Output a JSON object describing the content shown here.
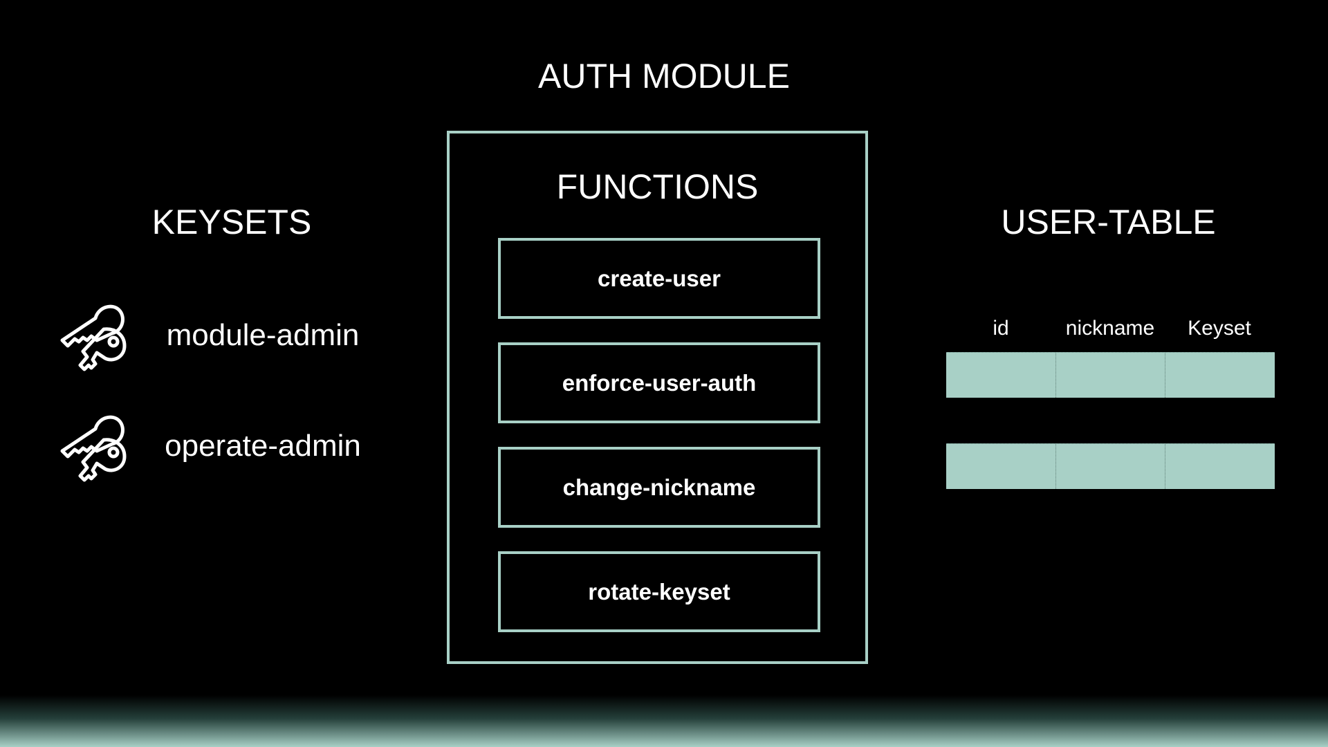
{
  "module": {
    "title": "AUTH MODULE"
  },
  "keysets": {
    "title": "KEYSETS",
    "items": [
      {
        "label": "module-admin",
        "icon": "keys-icon"
      },
      {
        "label": "operate-admin",
        "icon": "keys-icon"
      }
    ]
  },
  "functions": {
    "title": "FUNCTIONS",
    "items": [
      {
        "label": "create-user"
      },
      {
        "label": "enforce-user-auth"
      },
      {
        "label": "change-nickname"
      },
      {
        "label": "rotate-keyset"
      }
    ]
  },
  "user_table": {
    "title": "USER-TABLE",
    "columns": [
      "id",
      "nickname",
      "Keyset"
    ],
    "row_count": 2
  },
  "colors": {
    "background": "#000000",
    "accent": "#a8d0c6",
    "text": "#ffffff"
  }
}
